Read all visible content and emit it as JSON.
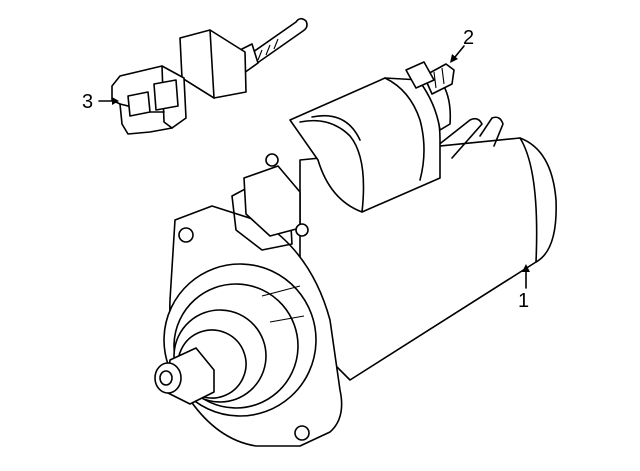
{
  "callouts": {
    "starter": "1",
    "terminal_stud": "2",
    "connector_plug": "3"
  }
}
